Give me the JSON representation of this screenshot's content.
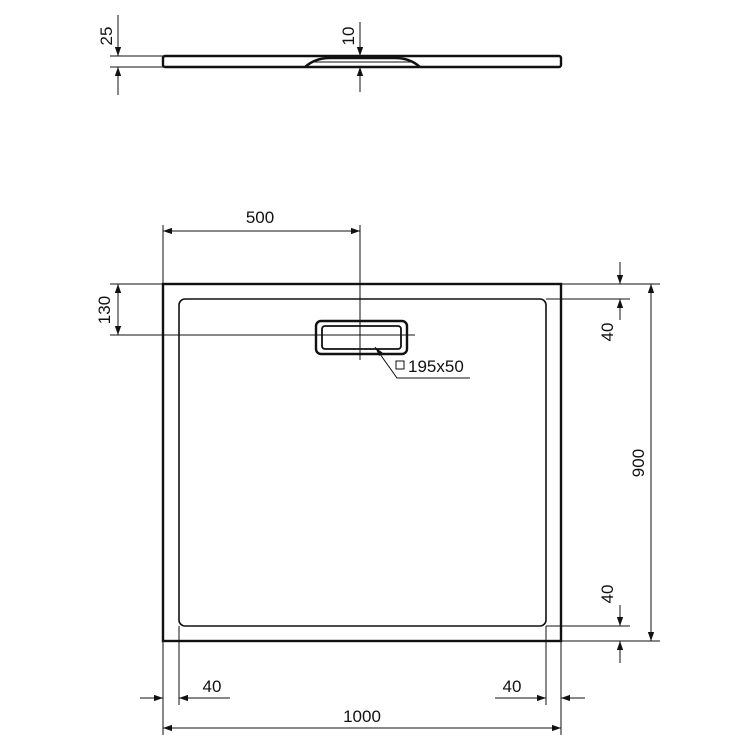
{
  "profile_view": {
    "height_label": "25",
    "drain_depth_label": "10"
  },
  "plan_view": {
    "drain_offset_x_label": "500",
    "drain_offset_y_label": "130",
    "drain_size_label": "195x50",
    "rim_top_label": "40",
    "rim_bottom_label": "40",
    "rim_left_label": "40",
    "rim_right_label": "40",
    "width_label": "1000",
    "depth_label": "900"
  },
  "colors": {
    "line": "#111111",
    "background": "#ffffff"
  }
}
